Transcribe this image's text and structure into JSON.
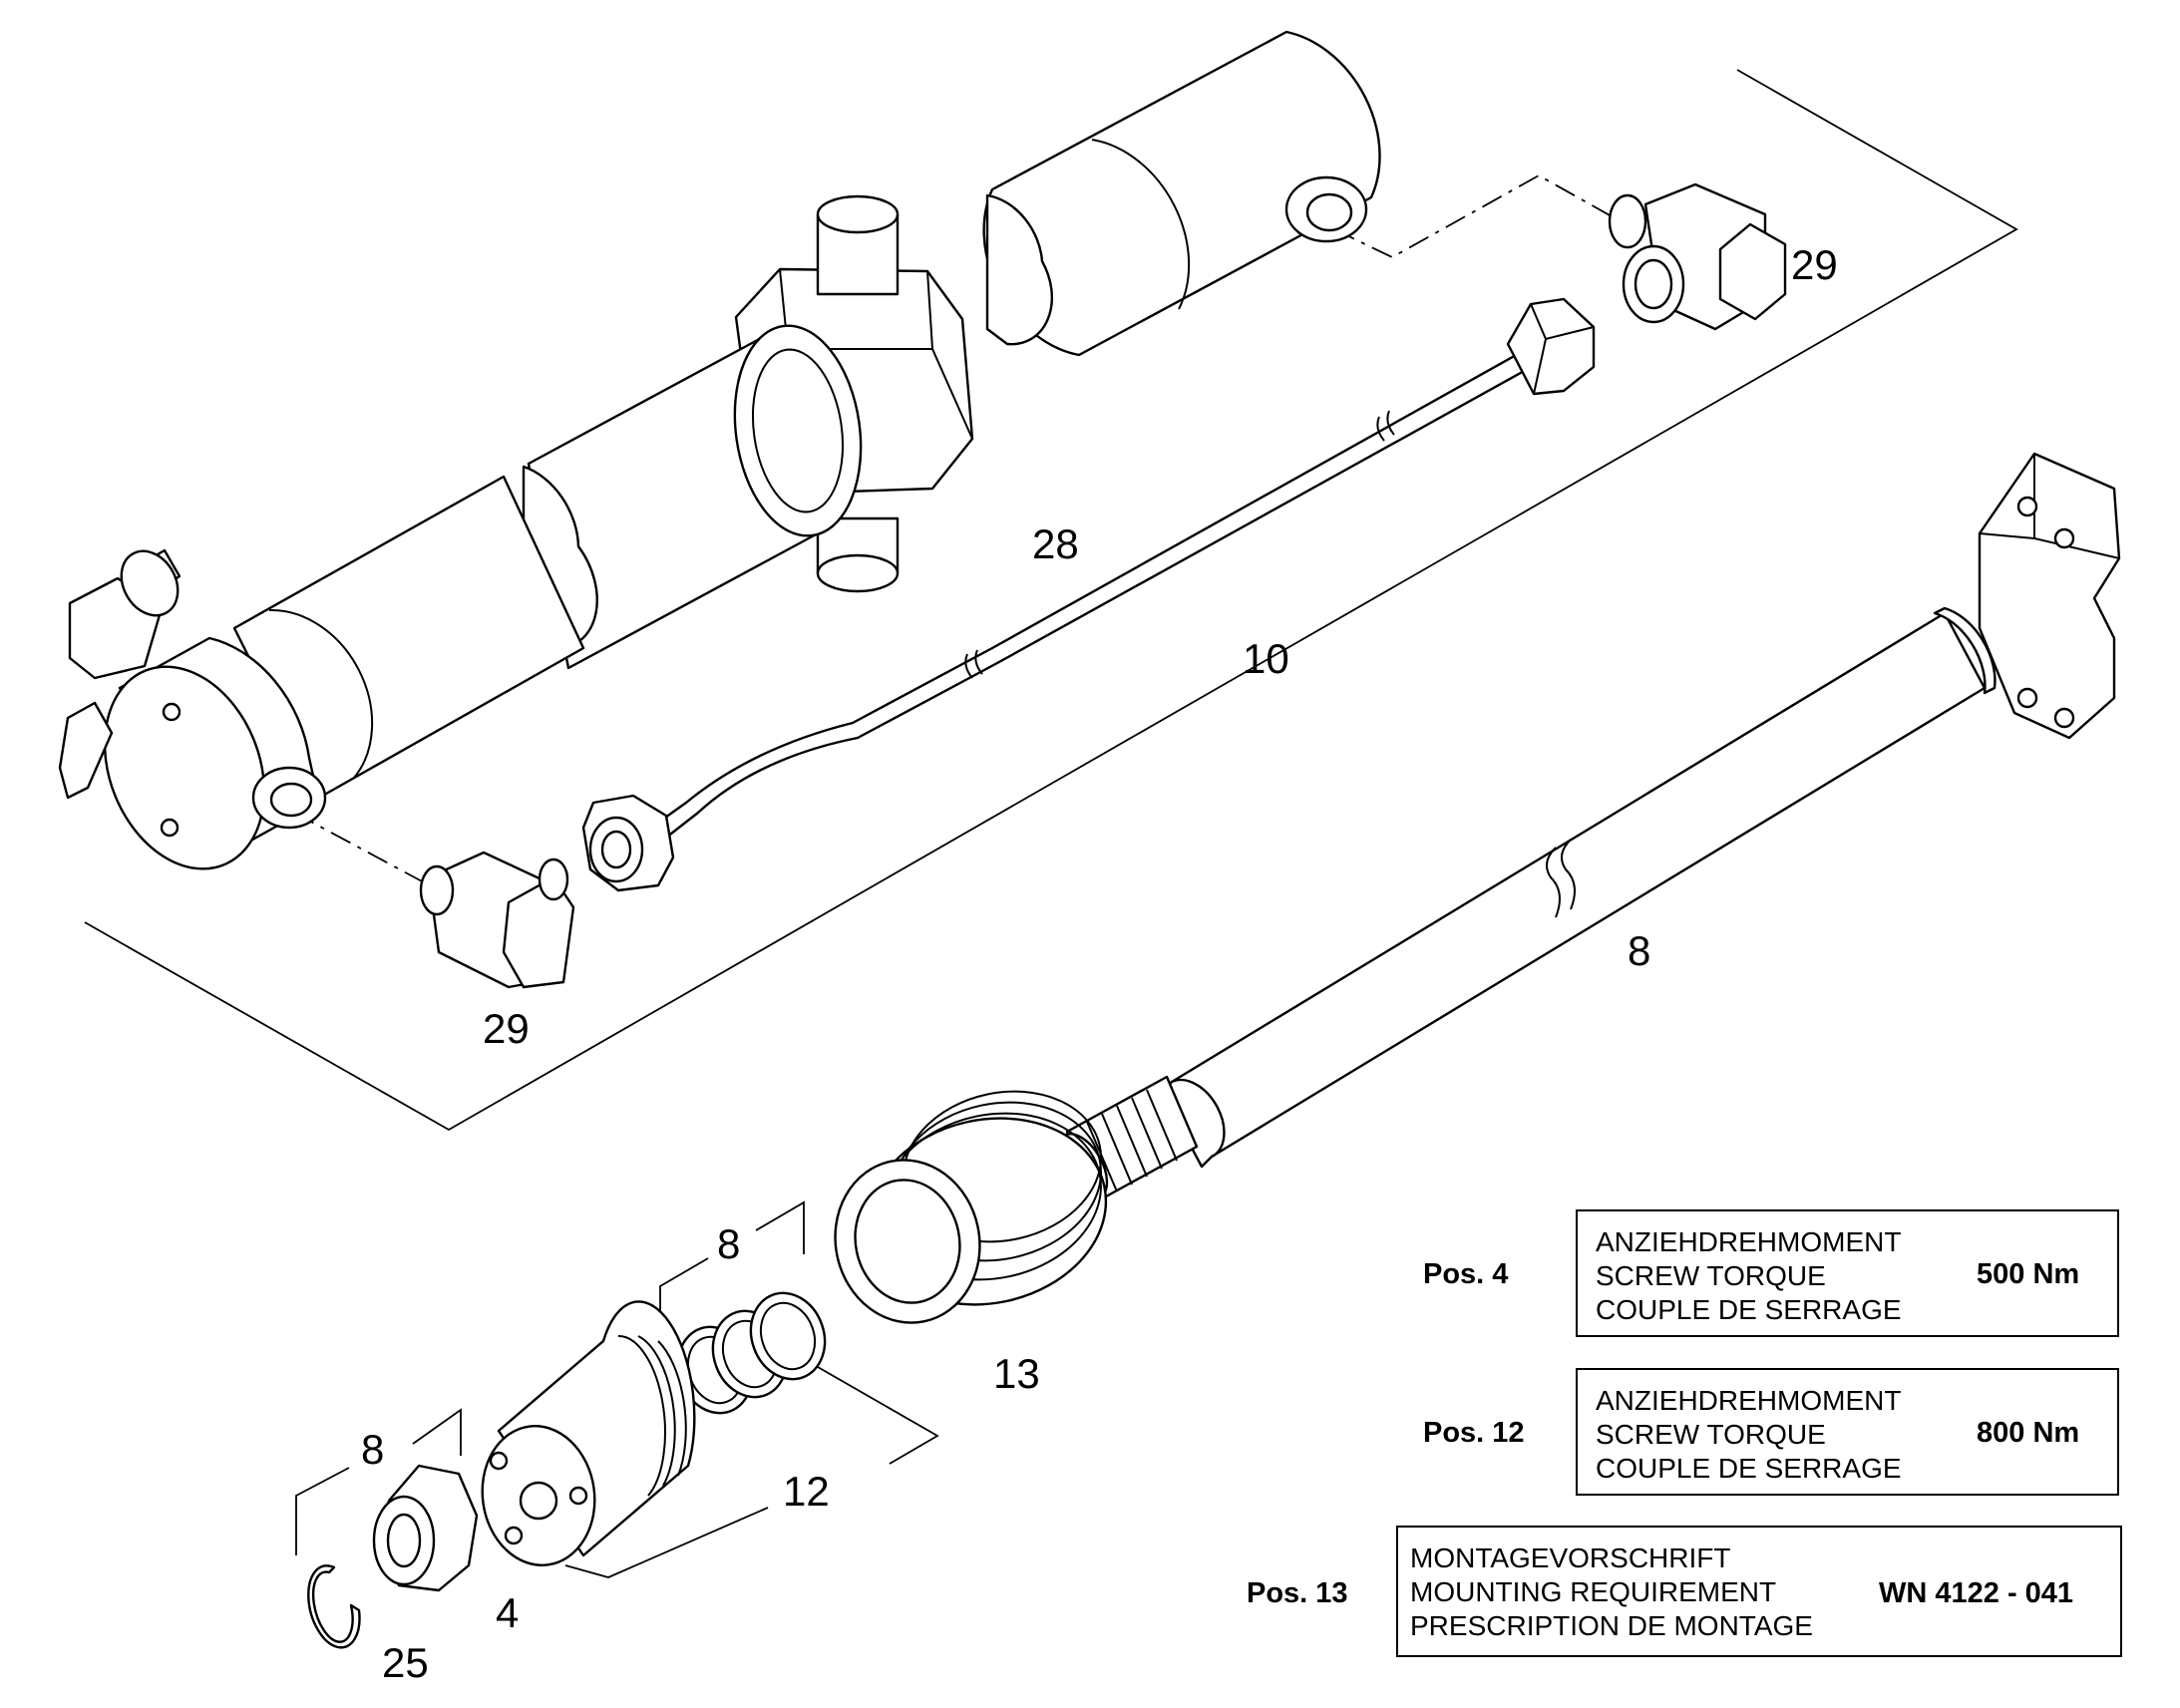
{
  "part_labels": {
    "p29_top": "29",
    "p28": "28",
    "p10": "10",
    "p8_rod": "8",
    "p29_bottom": "29",
    "p8_seals": "8",
    "p13": "13",
    "p12": "12",
    "p8_nut": "8",
    "p4": "4",
    "p25": "25"
  },
  "specs": [
    {
      "pos": "Pos. 4",
      "lines": [
        "ANZIEHDREHMOMENT",
        "SCREW TORQUE",
        "COUPLE DE SERRAGE"
      ],
      "value": "500  Nm"
    },
    {
      "pos": "Pos. 12",
      "lines": [
        "ANZIEHDREHMOMENT",
        "SCREW TORQUE",
        "COUPLE DE SERRAGE"
      ],
      "value": "800  Nm"
    },
    {
      "pos": "Pos. 13",
      "lines": [
        "MONTAGEVORSCHRIFT",
        "MOUNTING REQUIREMENT",
        "PRESCRIPTION DE MONTAGE"
      ],
      "value": "WN 4122 - 041"
    }
  ]
}
